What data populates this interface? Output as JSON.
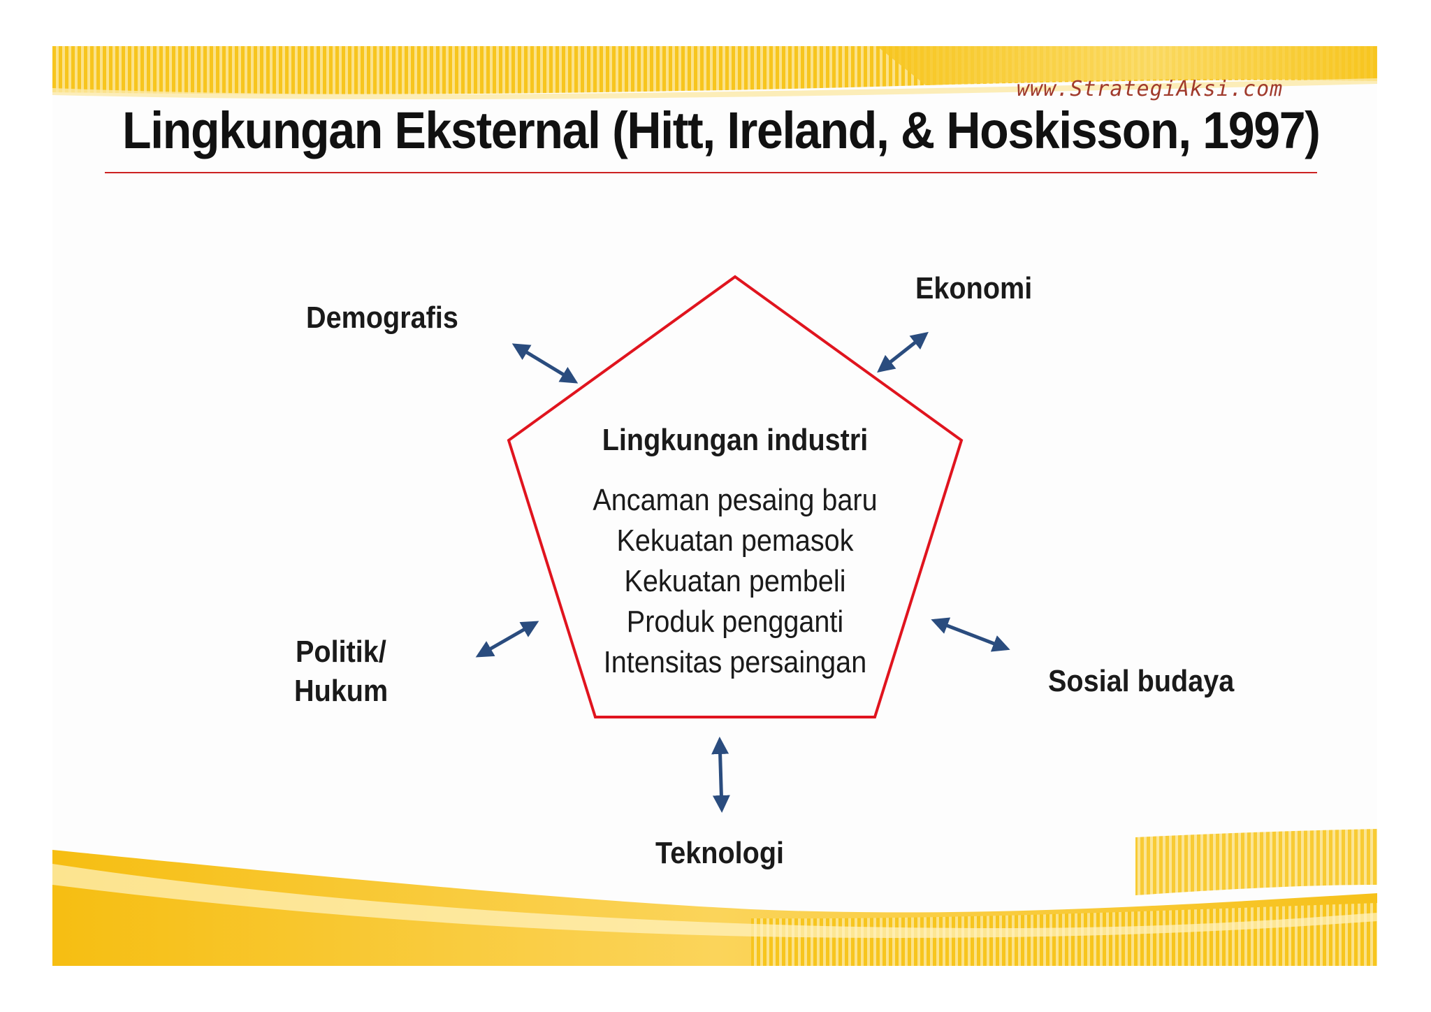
{
  "header": {
    "title": "Lingkungan Eksternal (Hitt, Ireland, & Hoskisson, 1997)",
    "watermark": "www.StrategiAksi.com"
  },
  "diagram": {
    "center": {
      "heading": "Lingkungan industri",
      "items": [
        "Ancaman pesaing baru",
        "Kekuatan pemasok",
        "Kekuatan pembeli",
        "Produk pengganti",
        "Intensitas persaingan"
      ]
    },
    "factors": {
      "demografis": "Demografis",
      "ekonomi": "Ekonomi",
      "politik_line1": "Politik/",
      "politik_line2": "Hukum",
      "sosial_budaya": "Sosial budaya",
      "teknologi": "Teknologi"
    }
  },
  "colors": {
    "pentagon_stroke": "#e0141e",
    "arrow": "#2a4c7e",
    "title_rule": "#cc2222",
    "band_yellow": "#f7c51e",
    "band_light": "#fbe28a"
  }
}
